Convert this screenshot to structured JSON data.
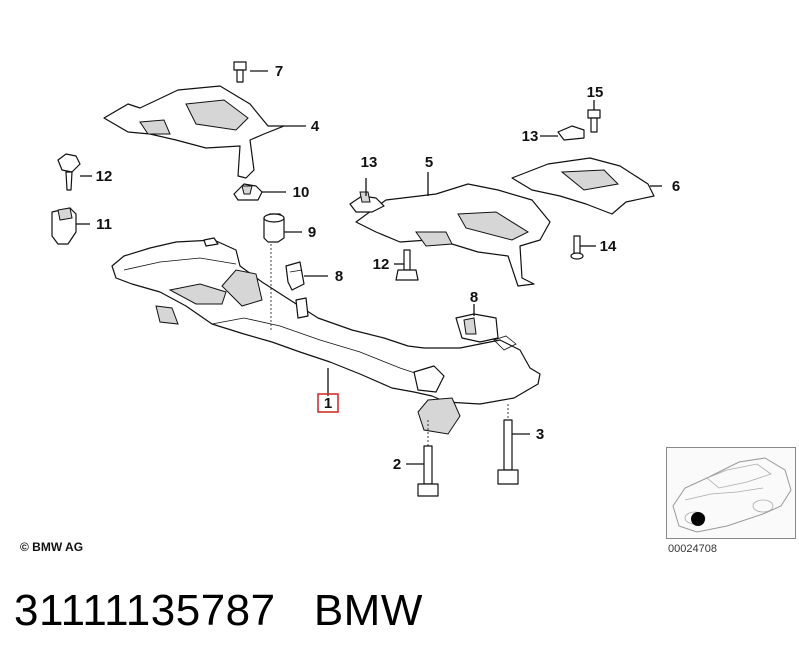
{
  "diagram": {
    "labels": {
      "l1": "1",
      "l2": "2",
      "l3": "3",
      "l4": "4",
      "l5": "5",
      "l6": "6",
      "l7": "7",
      "l8a": "8",
      "l8b": "8",
      "l9": "9",
      "l10": "10",
      "l11": "11",
      "l12a": "12",
      "l12b": "12",
      "l13a": "13",
      "l13b": "13",
      "l14": "14",
      "l15": "15"
    },
    "highlighted_part": "1",
    "highlight_color": "#d0342c"
  },
  "footer": {
    "copyright": "© BMW AG",
    "image_code": "00024708",
    "part_number": "31111135787",
    "brand": "BMW"
  }
}
